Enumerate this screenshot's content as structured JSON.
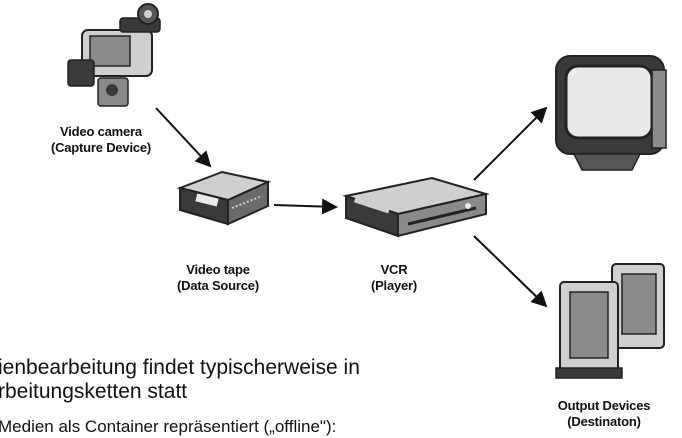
{
  "nodes": {
    "camera": {
      "name": "Video camera",
      "role": "(Capture Device)"
    },
    "tape": {
      "name": "Video tape",
      "role": "(Data Source)"
    },
    "vcr": {
      "name": "VCR",
      "role": "(Player)"
    },
    "output": {
      "name": "Output Devices",
      "role": "(Destinaton)"
    }
  },
  "text": {
    "line1": "ienbearbeitung findet typischerweise in",
    "line2": "rbeitungsketten statt",
    "line3": "Medien als Container repräsentiert („offline\"):"
  },
  "colors": {
    "ink": "#111111",
    "device_dark": "#3a3a3a",
    "device_mid": "#8a8a8a",
    "device_light": "#cfcfcf",
    "screen": "#e9e9e9"
  }
}
